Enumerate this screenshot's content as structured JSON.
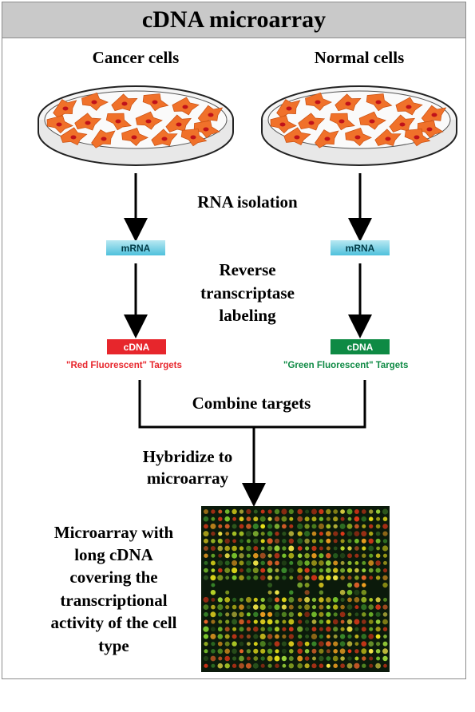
{
  "title": "cDNA microarray",
  "left": {
    "cells_label": "Cancer cells",
    "mrna_label": "mRNA",
    "cdna_label": "cDNA",
    "targets_label": "\"Red Fluorescent\" Targets"
  },
  "right": {
    "cells_label": "Normal cells",
    "mrna_label": "mRNA",
    "cdna_label": "cDNA",
    "targets_label": "\"Green Fluorescent\" Targets"
  },
  "steps": {
    "rna_isolation": "RNA isolation",
    "reverse_line1": "Reverse",
    "reverse_line2": "transcriptase",
    "reverse_line3": "labeling",
    "combine": "Combine targets",
    "hybridize_line1": "Hybridize to",
    "hybridize_line2": "microarray"
  },
  "microarray_caption": {
    "line1": "Microarray with",
    "line2": "long cDNA",
    "line3": "covering the",
    "line4": "transcriptional",
    "line5": "activity of the cell",
    "line6": "type"
  },
  "colors": {
    "cell": "#f0712a",
    "nucleus": "#c0121a",
    "red_dye": "#e7262c",
    "green_dye": "#0e8a44",
    "mrna": "#4fc1dc"
  }
}
